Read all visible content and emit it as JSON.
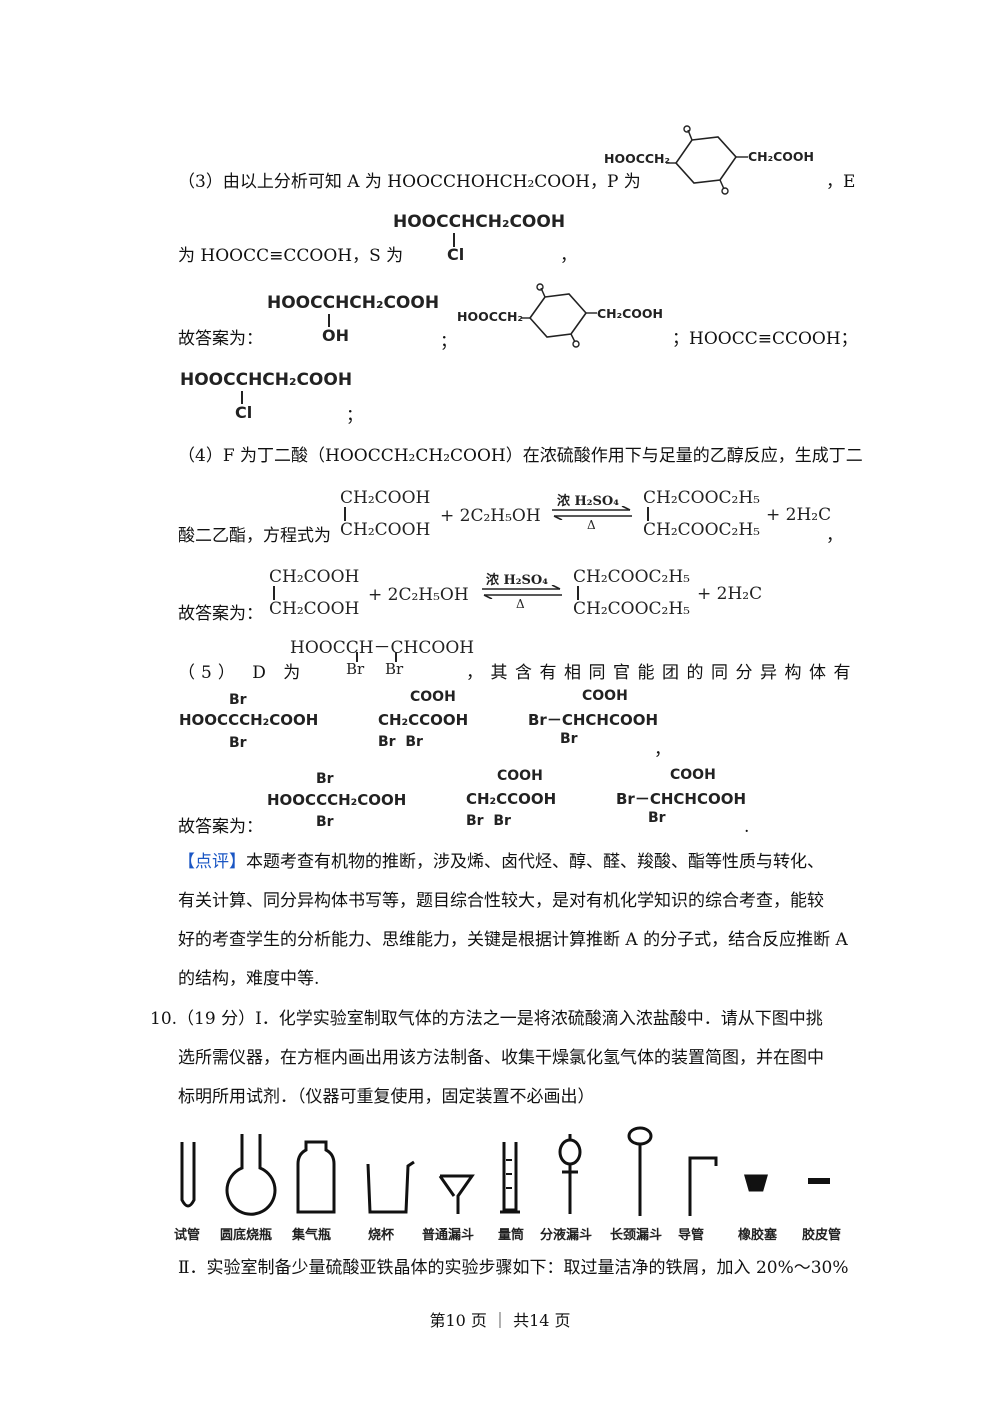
{
  "part3": {
    "prefix": "（3）由以上分析可知 A 为 HOOCCHOHCH₂COOH，P 为",
    "e_suffix": "，E",
    "line2_prefix": "为 HOOCC≡CCOOH，S 为",
    "line2_suffix": "，",
    "answer_label": "故答案为：",
    "sep1": "；",
    "sep2": "；HOOCC≡CCOOH；",
    "end": "；"
  },
  "structures": {
    "lactone_left": "HOOCCH₂",
    "lactone_right": "CH₂COOH",
    "lactone_o": "O",
    "s_main": "HOOCCHCH₂COOH",
    "s_sub": "Cl",
    "a_main": "HOOCCHCH₂COOH",
    "a_sub": "OH"
  },
  "part4": {
    "line1": "（4）F 为丁二酸（HOOCCH₂CH₂COOH）在浓硫酸作用下与足量的乙醇反应，生成丁二",
    "line2": "酸二乙酯，方程式为",
    "answer_label": "故答案为：",
    "end": "，",
    "eq": {
      "r_top": "CH₂COOH",
      "r_bot": "CH₂COOH",
      "plus_ethanol": "+ 2C₂H₅OH",
      "cond_top": "浓 H₂SO₄",
      "cond_bot": "Δ",
      "p_top": "CH₂COOC₂H₅",
      "p_bot": "CH₂COOC₂H₅",
      "plus_water": "+ 2H₂C"
    }
  },
  "part5": {
    "prefix": "（5） D 为",
    "d_main": "HOOCCH－CHCOOH",
    "d_br1": "Br",
    "d_br2": "Br",
    "suffix": "，其含有相同官能团的同分异构体有",
    "iso1_top": "Br",
    "iso1_main": "HOOCCCH₂COOH",
    "iso1_bot": "Br",
    "iso2_top": "COOH",
    "iso2_main": "CH₂CCOOH",
    "iso2_bot": "Br  Br",
    "iso3_top": "COOH",
    "iso3_main": "Br－CHCHCOOH",
    "iso3_bot": "Br",
    "comma": "，",
    "answer_label": "故答案为：",
    "period": "."
  },
  "comment": {
    "tag": "【点评】",
    "line1": "本题考查有机物的推断，涉及烯、卤代烃、醇、醛、羧酸、酯等性质与转化、",
    "line2": "有关计算、同分异构体书写等，题目综合性较大，是对有机化学知识的综合考查，能较",
    "line3": "好的考查学生的分析能力、思维能力，关键是根据计算推断 A 的分子式，结合反应推断 A",
    "line4": "的结构，难度中等."
  },
  "q10": {
    "line1": "10.（19 分）Ⅰ．化学实验室制取气体的方法之一是将浓硫酸滴入浓盐酸中．请从下图中挑",
    "line2": "选所需仪器，在方框内画出用该方法制备、收集干燥氯化氢气体的装置简图，并在图中",
    "line3": "标明所用试剂．（仪器可重复使用，固定装置不必画出）",
    "apparatus": [
      "试管",
      "圆底烧瓶",
      "集气瓶",
      "烧杯",
      "普通漏斗",
      "量筒",
      "分液漏斗",
      "长颈漏斗",
      "导管",
      "橡胶塞",
      "胶皮管"
    ],
    "part2": "Ⅱ．实验室制备少量硫酸亚铁晶体的实验步骤如下：取过量洁净的铁屑，加入 20%～30%"
  },
  "footer": "第10 页 ｜ 共14 页"
}
